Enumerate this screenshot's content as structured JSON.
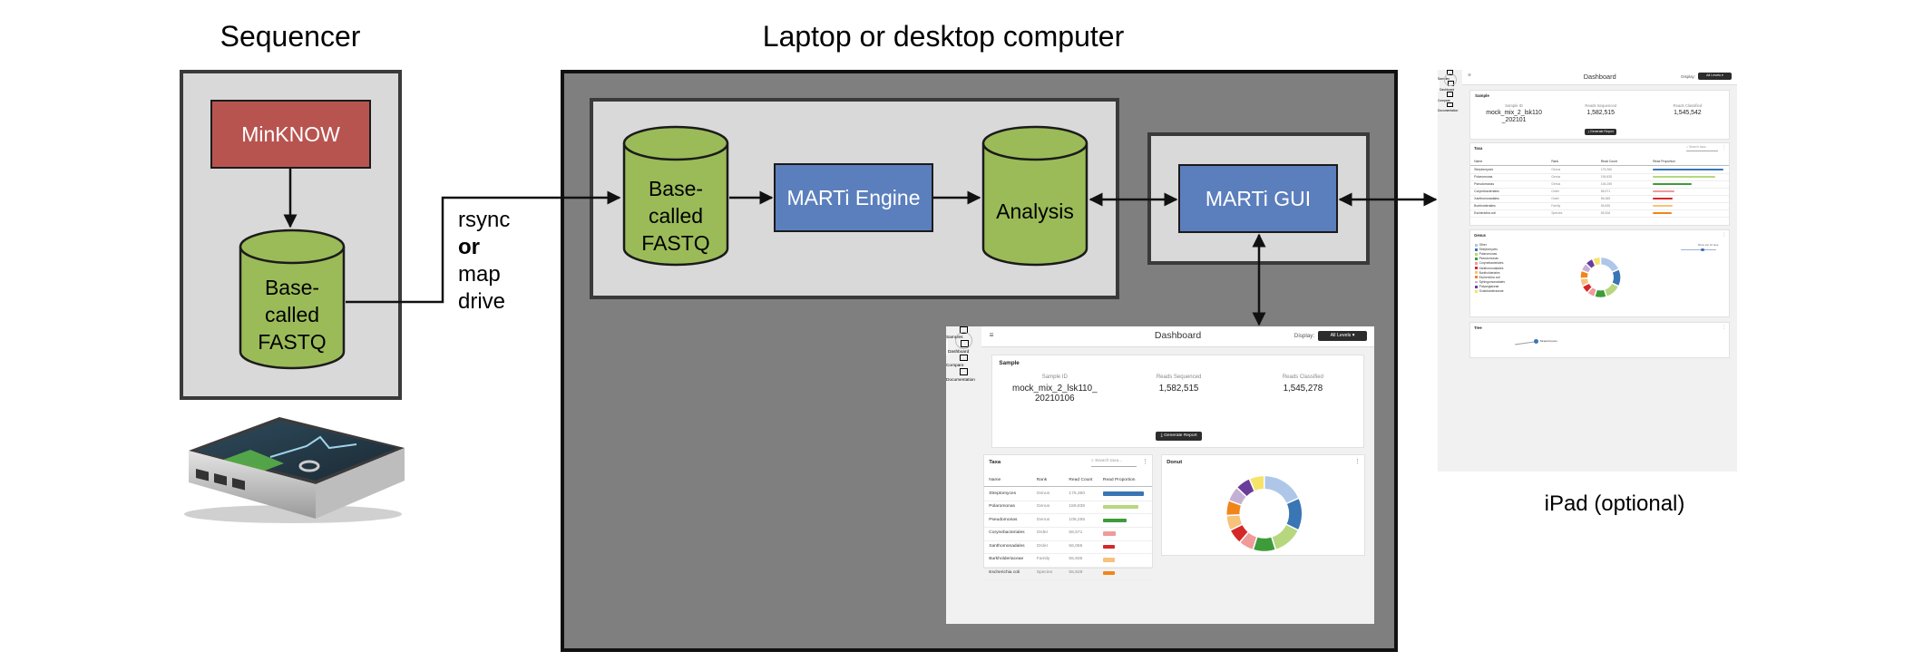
{
  "sections": {
    "sequencer": "Sequencer",
    "computer": "Laptop or desktop computer",
    "ipad": "iPad (optional)"
  },
  "nodes": {
    "minknow": "MinKNOW",
    "seq_fastq": [
      "Base-",
      "called",
      "FASTQ"
    ],
    "comp_fastq": [
      "Base-",
      "called",
      "FASTQ"
    ],
    "engine": "MARTi Engine",
    "analysis": "Analysis",
    "gui": "MARTi GUI"
  },
  "transfer": {
    "line1": "rsync",
    "line2": "or",
    "line3": "map",
    "line4": "drive"
  },
  "colors": {
    "minknow": "#b85450",
    "process_blue": "#5b7fbd",
    "cylinder_green": "#9bbb59",
    "panel_gray": "#d9d9d9",
    "computer_bg": "#7f7f7f"
  },
  "dashboard": {
    "title": "Dashboard",
    "display_label": "Display:",
    "display_value": "All Levels",
    "nav": [
      "Samples",
      "Dashboard",
      "Compare",
      "Documentation"
    ],
    "sample_card_title": "Sample",
    "sample_id_label": "Sample ID",
    "reads_seq_label": "Reads Sequenced",
    "reads_cls_label": "Reads Classified",
    "generate_report": "Generate Report",
    "taxa_title": "Taxa",
    "search_placeholder": "Search taxa...",
    "columns": [
      "Name",
      "Rank",
      "Read Count",
      "Read Proportion"
    ],
    "donut_title": "Donut",
    "genus_title": "Genus",
    "tree_title": "Tree",
    "show_top_label": "Show top 10 taxa",
    "tree_node": "Streptomyces"
  },
  "dashboard_desktop": {
    "sample_id": [
      "mock_mix_2_lsk110_",
      "20210106"
    ],
    "reads_sequenced": "1,582,515",
    "reads_classified": "1,545,278",
    "rows": [
      {
        "name": "Streptomyces",
        "rank": "Genus",
        "count": "175,360",
        "prop": 1.0,
        "color": "#3a75b5"
      },
      {
        "name": "Polaromonas",
        "rank": "Genus",
        "count": "159,835",
        "prop": 0.86,
        "color": "#b6d77e"
      },
      {
        "name": "Pseudomonas",
        "rank": "Genus",
        "count": "106,255",
        "prop": 0.58,
        "color": "#3e9b3a"
      },
      {
        "name": "Corynebacteriales",
        "rank": "Order",
        "count": "58,571",
        "prop": 0.32,
        "color": "#f09a9a"
      },
      {
        "name": "Xanthomonadales",
        "rank": "Order",
        "count": "56,065",
        "prop": 0.3,
        "color": "#d62728"
      },
      {
        "name": "Burkholderiaceae",
        "rank": "Family",
        "count": "55,835",
        "prop": 0.3,
        "color": "#f7c27a"
      },
      {
        "name": "Escherichia coli",
        "rank": "Species",
        "count": "55,528",
        "prop": 0.29,
        "color": "#f0861a"
      }
    ]
  },
  "dashboard_ipad": {
    "sample_id": [
      "mock_mix_2_lsk110",
      "_202101"
    ],
    "reads_sequenced": "1,582,515",
    "reads_classified": "1,545,542",
    "rows": [
      {
        "name": "Streptomyces",
        "rank": "Genus",
        "count": "175,360",
        "prop": 1.0,
        "color": "#3a75b5"
      },
      {
        "name": "Polaromonas",
        "rank": "Genus",
        "count": "159,835",
        "prop": 0.88,
        "color": "#b6d77e"
      },
      {
        "name": "Pseudomonas",
        "rank": "Genus",
        "count": "106,255",
        "prop": 0.55,
        "color": "#3e9b3a"
      },
      {
        "name": "Corynebacteriales",
        "rank": "Order",
        "count": "58,571",
        "prop": 0.3,
        "color": "#f09a9a"
      },
      {
        "name": "Xanthomonadales",
        "rank": "Order",
        "count": "56,065",
        "prop": 0.28,
        "color": "#d62728"
      },
      {
        "name": "Burkholderiales",
        "rank": "Family",
        "count": "55,835",
        "prop": 0.28,
        "color": "#f7c27a"
      },
      {
        "name": "Escherichia coli",
        "rank": "Species",
        "count": "55,528",
        "prop": 0.27,
        "color": "#f0861a"
      }
    ],
    "legend": [
      {
        "name": "Other",
        "color": "#aec7e8"
      },
      {
        "name": "Streptomyces",
        "color": "#3a75b5"
      },
      {
        "name": "Polaromonas",
        "color": "#b6d77e"
      },
      {
        "name": "Pseudomonas",
        "color": "#3e9b3a"
      },
      {
        "name": "Corynebacteriales",
        "color": "#f09a9a"
      },
      {
        "name": "Xanthomonadales",
        "color": "#d62728"
      },
      {
        "name": "Burkholderiales",
        "color": "#f7c27a"
      },
      {
        "name": "Escherichia coli",
        "color": "#f0861a"
      },
      {
        "name": "Sphingomonadales",
        "color": "#c5b0d5"
      },
      {
        "name": "Polyangiaceae",
        "color": "#6a3d9a"
      },
      {
        "name": "Oxalobacteraceae",
        "color": "#f5e36a"
      }
    ]
  },
  "donut_slices": [
    {
      "name": "Other",
      "value": 17,
      "color": "#aec7e8"
    },
    {
      "name": "Streptomyces",
      "value": 13,
      "color": "#3a75b5"
    },
    {
      "name": "Polaromonas",
      "value": 12,
      "color": "#b6d77e"
    },
    {
      "name": "Pseudomonas",
      "value": 9,
      "color": "#3e9b3a"
    },
    {
      "name": "Corynebacteriales",
      "value": 6,
      "color": "#f09a9a"
    },
    {
      "name": "Xanthomonadales",
      "value": 6,
      "color": "#d62728"
    },
    {
      "name": "Burkholderiales",
      "value": 6,
      "color": "#f7c27a"
    },
    {
      "name": "Escherichia coli",
      "value": 6,
      "color": "#f0861a"
    },
    {
      "name": "Sphingomonadales",
      "value": 6,
      "color": "#c5b0d5"
    },
    {
      "name": "Polyangiaceae",
      "value": 6,
      "color": "#6a3d9a"
    },
    {
      "name": "Oxalobacteraceae",
      "value": 6,
      "color": "#f5e36a"
    }
  ]
}
